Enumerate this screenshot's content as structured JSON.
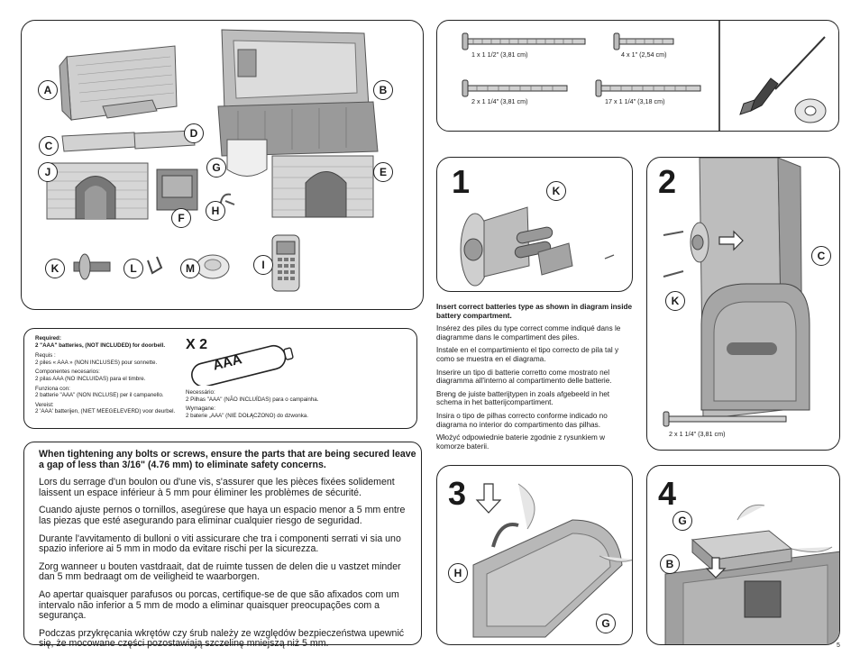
{
  "parts_panel": {
    "labels": [
      "A",
      "B",
      "C",
      "D",
      "J",
      "G",
      "E",
      "F",
      "H",
      "K",
      "L",
      "M",
      "I"
    ]
  },
  "requirements": {
    "title": "Required:",
    "main": "2 \"AAA\" batteries, (NOT INCLUDED) for doorbell.",
    "lines": [
      "Requis :",
      "2 piles « AAA » (NON INCLUSES) pour sonnette.",
      "Componentes necesarios:",
      "2 pilas AAA (NO INCLUIDAS) para el timbre.",
      "Funziona con:",
      "2 batterie \"AAA\" (NON INCLUSE) per il campanello.",
      "Vereist:",
      "2 'AAA' batterijen, (NIET MEEGELEVERD) voor deurbel."
    ],
    "lines_right": [
      "Necessário:",
      "2 Pilhas \"AAA\" (NÃO INCLUÍDAS) para o campainha.",
      "Wymagane:",
      "2 baterie „AAA\" (NIE DOŁĄCZONO) do dzwonka."
    ],
    "qty": "X 2",
    "battery_label": "AAA"
  },
  "safety": {
    "paragraphs": [
      "When tightening any bolts or screws, ensure the parts that are being secured leave a gap of less than 3/16\" (4.76 mm) to eliminate safety concerns.",
      "Lors du serrage d'un boulon ou d'une vis, s'assurer que les pièces fixées solidement laissent un espace inférieur à 5 mm pour éliminer les problèmes de sécurité.",
      "Cuando ajuste pernos o tornillos, asegúrese que haya un espacio menor a 5 mm entre las piezas que esté asegurando para eliminar cualquier riesgo de seguridad.",
      "Durante l'avvitamento di bulloni o viti assicurare che tra i componenti serrati vi sia uno spazio inferiore ai 5 mm in modo da evitare rischi per la sicurezza.",
      "Zorg wanneer u bouten vastdraait, dat de ruimte tussen de delen die u vastzet minder dan 5 mm bedraagt om de veiligheid te waarborgen.",
      "Ao apertar quaisquer parafusos ou porcas, certifique-se de que são afixados com um intervalo não inferior a 5 mm de modo a eliminar quaisquer preocupações com a segurança.",
      "Podczas przykręcania wkrętów czy śrub należy ze względów bezpieczeństwa upewnić się, że mocowane części pozostawiają szczelinę mniejszą niż 5 mm."
    ]
  },
  "hardware": {
    "screws": [
      "1 x 1 1/2\" (3,81 cm)",
      "4 x 1\" (2,54 cm)",
      "2 x 1 1/4\" (3,81 cm)",
      "17 x 1 1/4\" (3,18 cm)"
    ]
  },
  "step1": {
    "number": "1",
    "label": "K",
    "instructions": [
      "Insert correct batteries type as shown in diagram inside battery compartment.",
      "Insérez des piles du type correct comme indiqué dans le diagramme dans le compartiment des piles.",
      "Instale en el compartimiento el tipo correcto de pila tal y como se muestra en el diagrama.",
      "Inserire un tipo di batterie corretto come mostrato nel diagramma all'interno al compartimento delle batterie.",
      "Breng de juiste batterijtypen in zoals afgebeeld in het schema in het batterijcompartiment.",
      "Insira o tipo de pilhas correcto conforme indicado no diagrama no interior do compartimento das pilhas.",
      "Włożyć odpowiednie baterie zgodnie z rysunkiem w komorze baterii."
    ]
  },
  "step2": {
    "number": "2",
    "labels": [
      "C",
      "K"
    ],
    "screw": "2 x 1 1/4\" (3,81 cm)"
  },
  "step3": {
    "number": "3",
    "labels": [
      "H",
      "G"
    ]
  },
  "step4": {
    "number": "4",
    "labels": [
      "G",
      "B"
    ]
  },
  "page_number": "5",
  "colors": {
    "plastic_light": "#d8d8d8",
    "plastic_mid": "#a9a9a9",
    "plastic_dark": "#6f6f6f",
    "line": "#222222"
  }
}
